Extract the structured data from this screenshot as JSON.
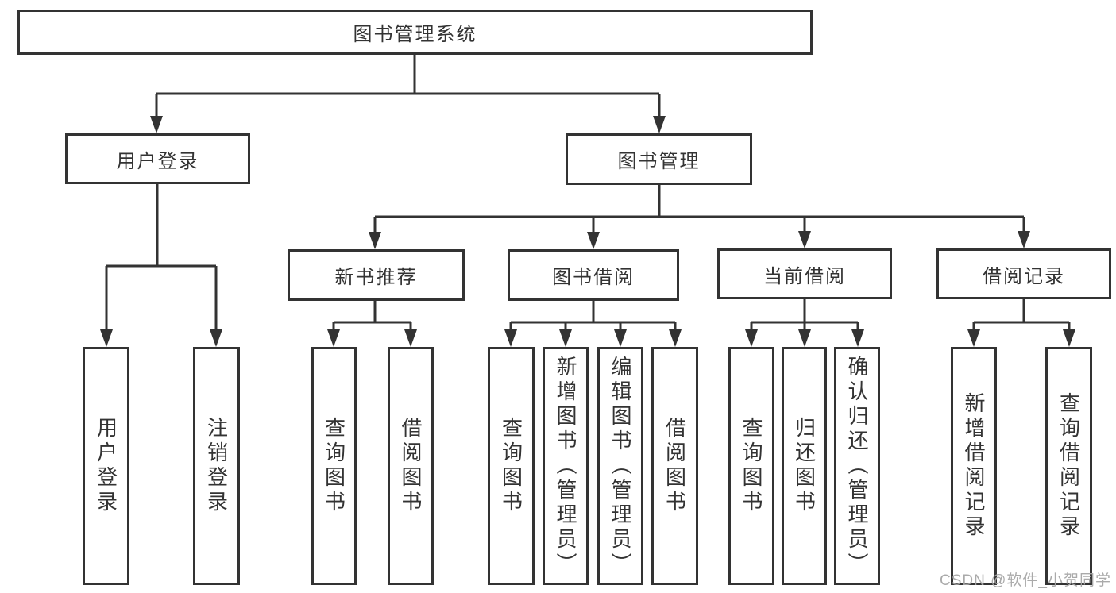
{
  "colors": {
    "background": "#ffffff",
    "line": "#333333",
    "box_border": "#333333",
    "text": "#333333",
    "watermark": "#a5a5a5"
  },
  "tree": {
    "root": "图书管理系统",
    "level2": [
      {
        "label": "用户登录",
        "children": [
          "用户登录",
          "注销登录"
        ]
      },
      {
        "label": "图书管理",
        "sections": [
          {
            "label": "新书推荐",
            "children": [
              "查询图书",
              "借阅图书"
            ]
          },
          {
            "label": "图书借阅",
            "children": [
              "查询图书",
              "新增图书（管理员）",
              "编辑图书（管理员）",
              "借阅图书"
            ]
          },
          {
            "label": "当前借阅",
            "children": [
              "查询图书",
              "归还图书",
              "确认归还（管理员）"
            ]
          },
          {
            "label": "借阅记录",
            "children": [
              "新增借阅记录",
              "查询借阅记录"
            ]
          }
        ]
      }
    ]
  },
  "watermark": "CSDN @软件_小贺同学"
}
